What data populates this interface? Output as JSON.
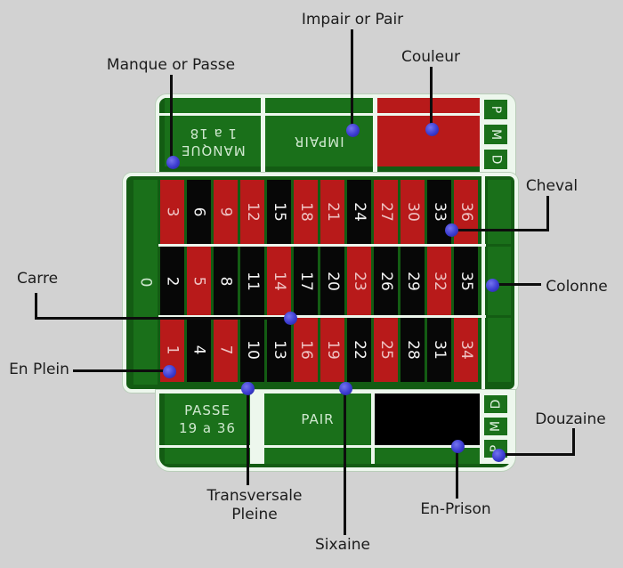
{
  "colors": {
    "background": "#d2d2d2",
    "felt_green": "#135c13",
    "cell_green": "#1a701a",
    "red": "#b81a1a",
    "black": "#070707",
    "border_white": "#edf7ed",
    "dot_blue": "#3b3bd1",
    "label_ink": "#1c1c1c"
  },
  "table": {
    "top": {
      "manque_line1": "MANQUE",
      "manque_line2": "1 a 18",
      "impair": "IMPAIR",
      "dozens": [
        "P",
        "M",
        "D"
      ]
    },
    "zero": "0",
    "rows": [
      [
        {
          "n": "3",
          "c": "red"
        },
        {
          "n": "6",
          "c": "black"
        },
        {
          "n": "9",
          "c": "red"
        },
        {
          "n": "12",
          "c": "red"
        },
        {
          "n": "15",
          "c": "black"
        },
        {
          "n": "18",
          "c": "red"
        },
        {
          "n": "21",
          "c": "red"
        },
        {
          "n": "24",
          "c": "black"
        },
        {
          "n": "27",
          "c": "red"
        },
        {
          "n": "30",
          "c": "red"
        },
        {
          "n": "33",
          "c": "black"
        },
        {
          "n": "36",
          "c": "red"
        }
      ],
      [
        {
          "n": "2",
          "c": "black"
        },
        {
          "n": "5",
          "c": "red"
        },
        {
          "n": "8",
          "c": "black"
        },
        {
          "n": "11",
          "c": "black"
        },
        {
          "n": "14",
          "c": "red"
        },
        {
          "n": "17",
          "c": "black"
        },
        {
          "n": "20",
          "c": "black"
        },
        {
          "n": "23",
          "c": "red"
        },
        {
          "n": "26",
          "c": "black"
        },
        {
          "n": "29",
          "c": "black"
        },
        {
          "n": "32",
          "c": "red"
        },
        {
          "n": "35",
          "c": "black"
        }
      ],
      [
        {
          "n": "1",
          "c": "red"
        },
        {
          "n": "4",
          "c": "black"
        },
        {
          "n": "7",
          "c": "red"
        },
        {
          "n": "10",
          "c": "black"
        },
        {
          "n": "13",
          "c": "black"
        },
        {
          "n": "16",
          "c": "red"
        },
        {
          "n": "19",
          "c": "red"
        },
        {
          "n": "22",
          "c": "black"
        },
        {
          "n": "25",
          "c": "red"
        },
        {
          "n": "28",
          "c": "black"
        },
        {
          "n": "31",
          "c": "black"
        },
        {
          "n": "34",
          "c": "red"
        }
      ]
    ],
    "bottom": {
      "passe_line1": "PASSE",
      "passe_line2": "19 a 36",
      "pair": "PAIR",
      "dozens": [
        "D",
        "M",
        "P"
      ]
    }
  },
  "annotations": {
    "impair_pair": "Impair or Pair",
    "manque_passe": "Manque or Passe",
    "couleur": "Couleur",
    "cheval": "Cheval",
    "colonne": "Colonne",
    "carre": "Carre",
    "en_plein": "En Plein",
    "transversale": "Transversale Pleine",
    "sixaine": "Sixaine",
    "en_prison": "En-Prison",
    "douzaine": "Douzaine"
  }
}
